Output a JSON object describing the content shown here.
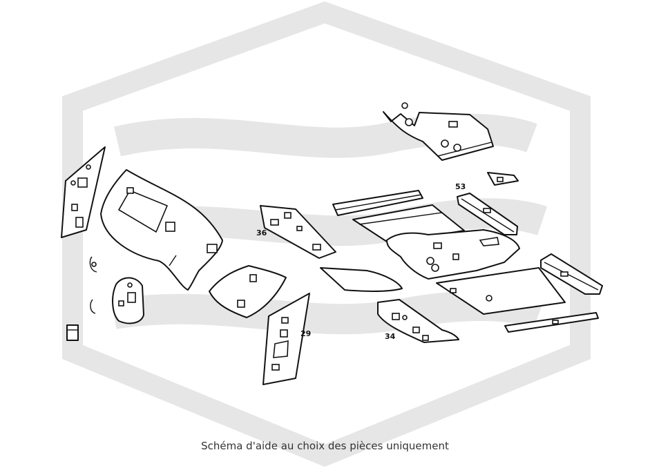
{
  "diagram": {
    "part_numbers": [
      "53",
      "36",
      "29",
      "34"
    ]
  },
  "caption": "Schéma d'aide au choix des pièces uniquement",
  "colors": {
    "line": "#111111",
    "watermark": "#e6e6e6",
    "caption": "#333333",
    "background": "#ffffff"
  }
}
